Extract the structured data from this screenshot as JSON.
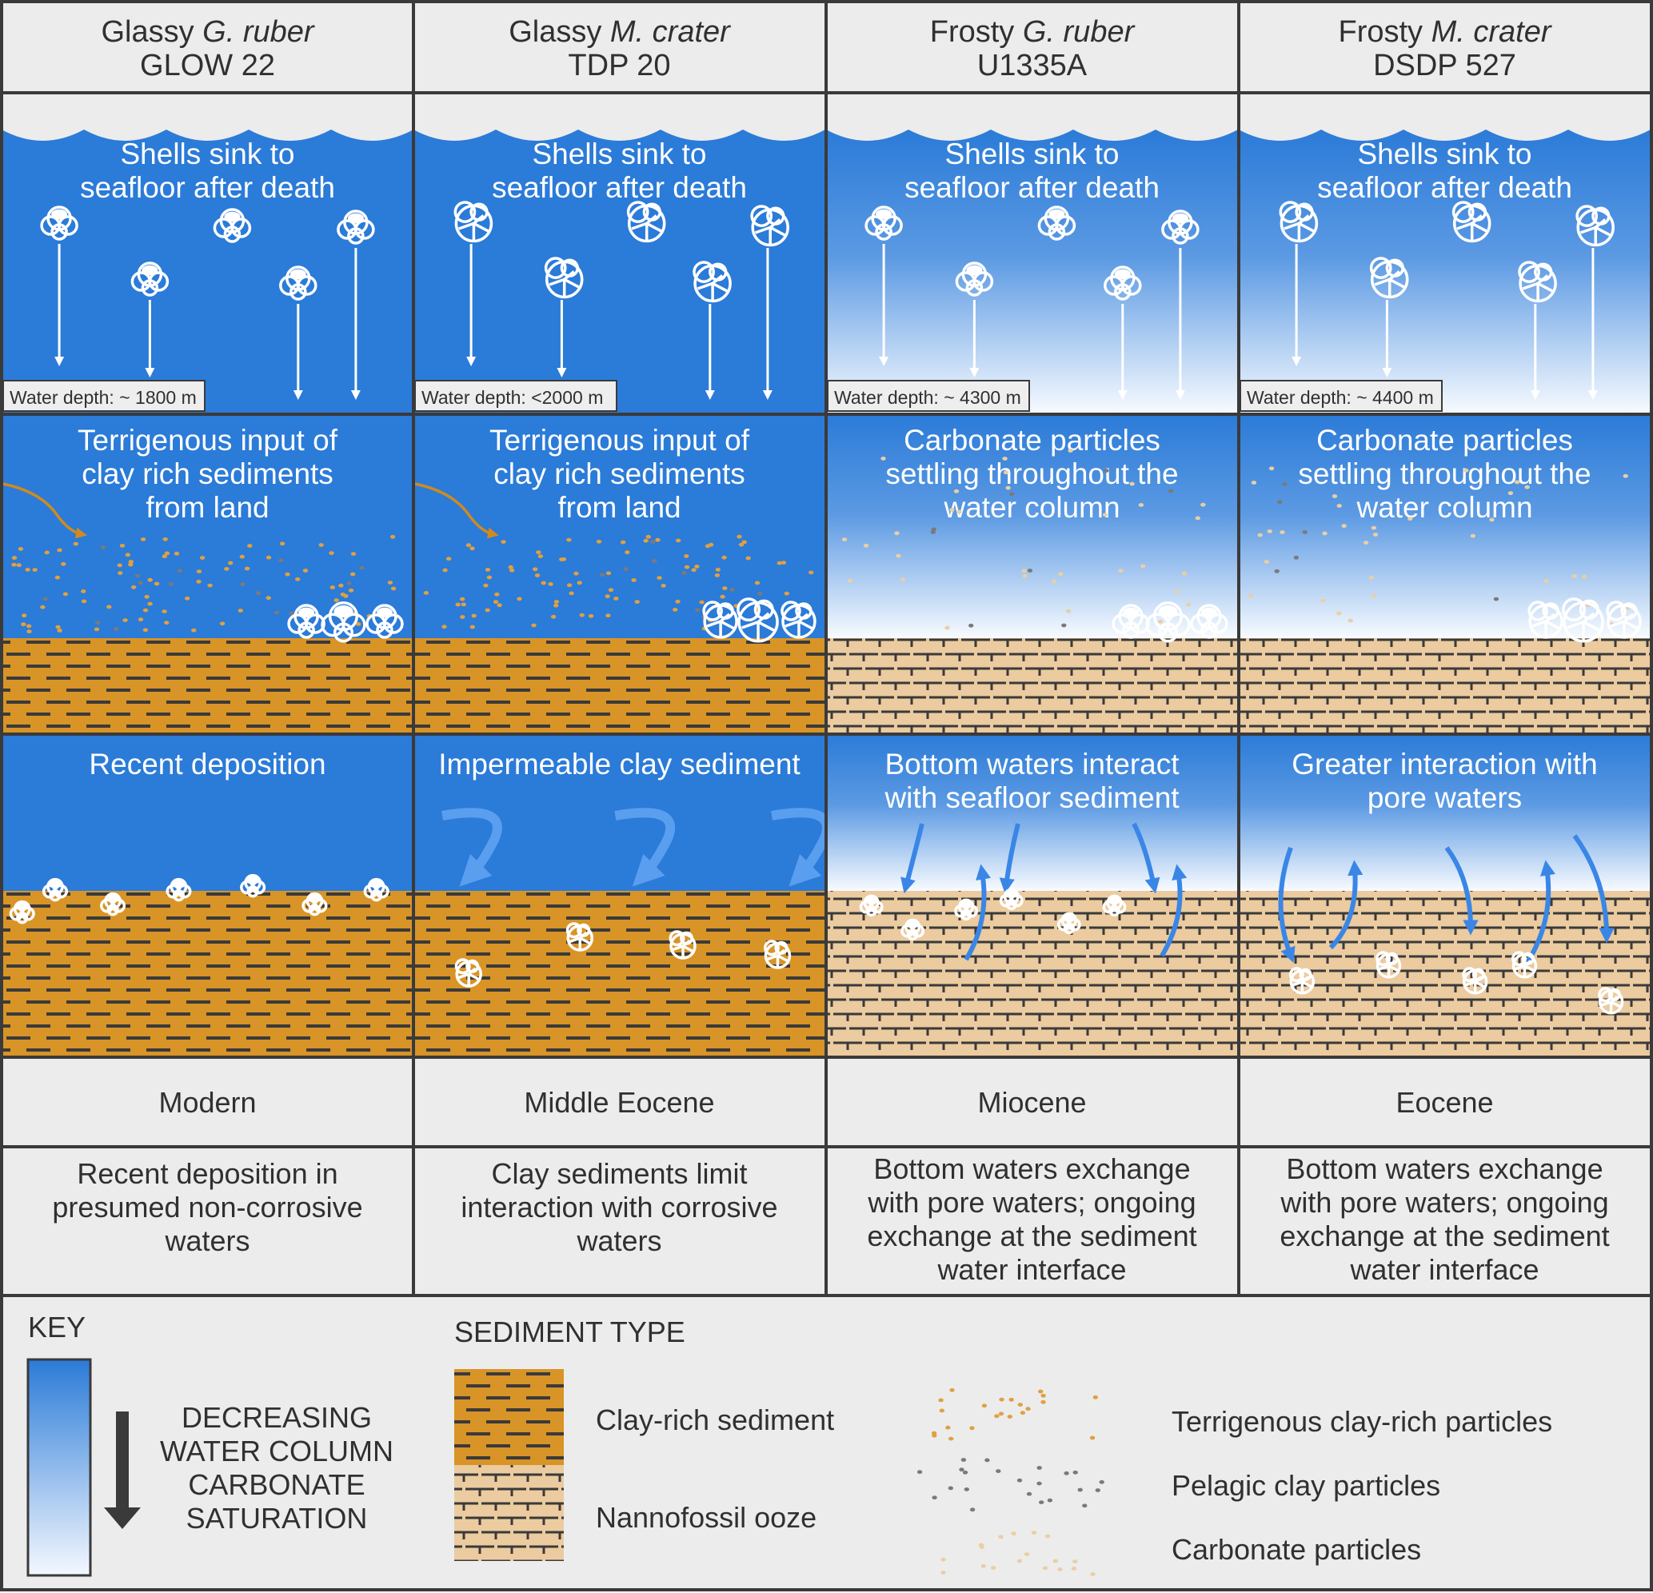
{
  "columns": [
    {
      "title_prefix": "Glassy",
      "title_species": "G. ruber",
      "site": "GLOW 22",
      "row1_text": [
        "Shells sink to",
        "seafloor after death"
      ],
      "water_depth": "Water depth: ~ 1800 m",
      "row2_text": [
        "Terrigenous input of",
        "clay rich sediments",
        "from land"
      ],
      "row3_text": [
        "Recent deposition"
      ],
      "age": "Modern",
      "description": [
        "Recent deposition in",
        "presumed non-corrosive",
        "waters"
      ],
      "water": "glassy",
      "sediment": "clay-rich",
      "shell": "G. ruber"
    },
    {
      "title_prefix": "Glassy",
      "title_species": "M. crater",
      "site": "TDP 20",
      "row1_text": [
        "Shells sink to",
        "seafloor after death"
      ],
      "water_depth": "Water depth: <2000 m",
      "row2_text": [
        "Terrigenous input of",
        "clay rich sediments",
        "from land"
      ],
      "row3_text": [
        "Impermeable clay sediment"
      ],
      "age": "Middle Eocene",
      "description": [
        "Clay sediments limit",
        "interaction with corrosive",
        "waters"
      ],
      "water": "glassy",
      "sediment": "clay-rich",
      "shell": "M. crater"
    },
    {
      "title_prefix": "Frosty",
      "title_species": "G. ruber",
      "site": "U1335A",
      "row1_text": [
        "Shells sink to",
        "seafloor after death"
      ],
      "water_depth": "Water depth: ~ 4300 m",
      "row2_text": [
        "Carbonate particles",
        "settling throughout the",
        "water column"
      ],
      "row3_text": [
        "Bottom waters interact",
        "with seafloor sediment"
      ],
      "age": "Miocene",
      "description": [
        "Bottom waters exchange",
        "with pore waters; ongoing",
        "exchange at the sediment",
        "water interface"
      ],
      "water": "frosty",
      "sediment": "nannofossil-ooze",
      "shell": "G. ruber"
    },
    {
      "title_prefix": "Frosty",
      "title_species": "M. crater",
      "site": "DSDP 527",
      "row1_text": [
        "Shells sink to",
        "seafloor after death"
      ],
      "water_depth": "Water depth: ~ 4400 m",
      "row2_text": [
        "Carbonate particles",
        "settling throughout the",
        "water column"
      ],
      "row3_text": [
        "Greater interaction with",
        "pore waters"
      ],
      "age": "Eocene",
      "description": [
        "Bottom waters exchange",
        "with pore waters; ongoing",
        "exchange at the sediment",
        "water interface"
      ],
      "water": "frosty",
      "sediment": "nannofossil-ooze",
      "shell": "M. crater"
    }
  ],
  "key": {
    "title": "KEY",
    "gradient_label": [
      "DECREASING",
      "WATER COLUMN",
      "CARBONATE",
      "SATURATION"
    ],
    "sediment_title": "SEDIMENT TYPE",
    "sediments": [
      "Clay-rich sediment",
      "Nannofossil ooze"
    ],
    "particles": [
      "Terrigenous clay-rich particles",
      "Pelagic clay particles",
      "Carbonate particles"
    ]
  },
  "colors": {
    "water": "#2b7bd8",
    "water_pale": "#f6faff",
    "clay": "#d89426",
    "ooze": "#ebcb9f",
    "terrigenous_particle": "#e0a040",
    "pelagic_particle": "#7a7a7a",
    "carbonate_particle": "#e9cfa4",
    "arrow_blue": "#3a86e6",
    "clay_arrow": "#d08a20",
    "panel_bg": "#ececec",
    "grid_line": "#3a3a3a"
  }
}
